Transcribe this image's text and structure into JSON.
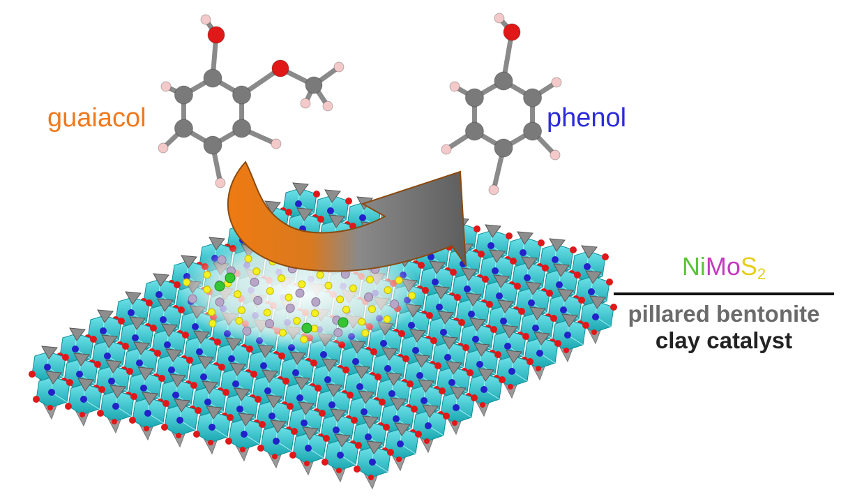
{
  "labels": {
    "reactant": "guaiacol",
    "product": "phenol"
  },
  "catalyst": {
    "ni": "Ni",
    "mo": "Mo",
    "s": "S",
    "sub": "2",
    "support_line1": "pillared bentonite",
    "support_line2": "clay catalyst"
  },
  "colors": {
    "reactant_label": "#ee7a1f",
    "product_label": "#2b2bd9",
    "ni": "#5cc43a",
    "mo": "#c43ac0",
    "s": "#e6cf1a",
    "carbon": "#7a7a7a",
    "oxygen": "#e01818",
    "hydrogen": "#f3c9c9",
    "octahedra": "#2cc6cf",
    "tetrahedra": "#9a9a9a",
    "arrow_start": "#f07a10",
    "arrow_end": "#9a9a9a",
    "sulfur_atom": "#f5f020",
    "nickel_atom": "#33c533"
  }
}
